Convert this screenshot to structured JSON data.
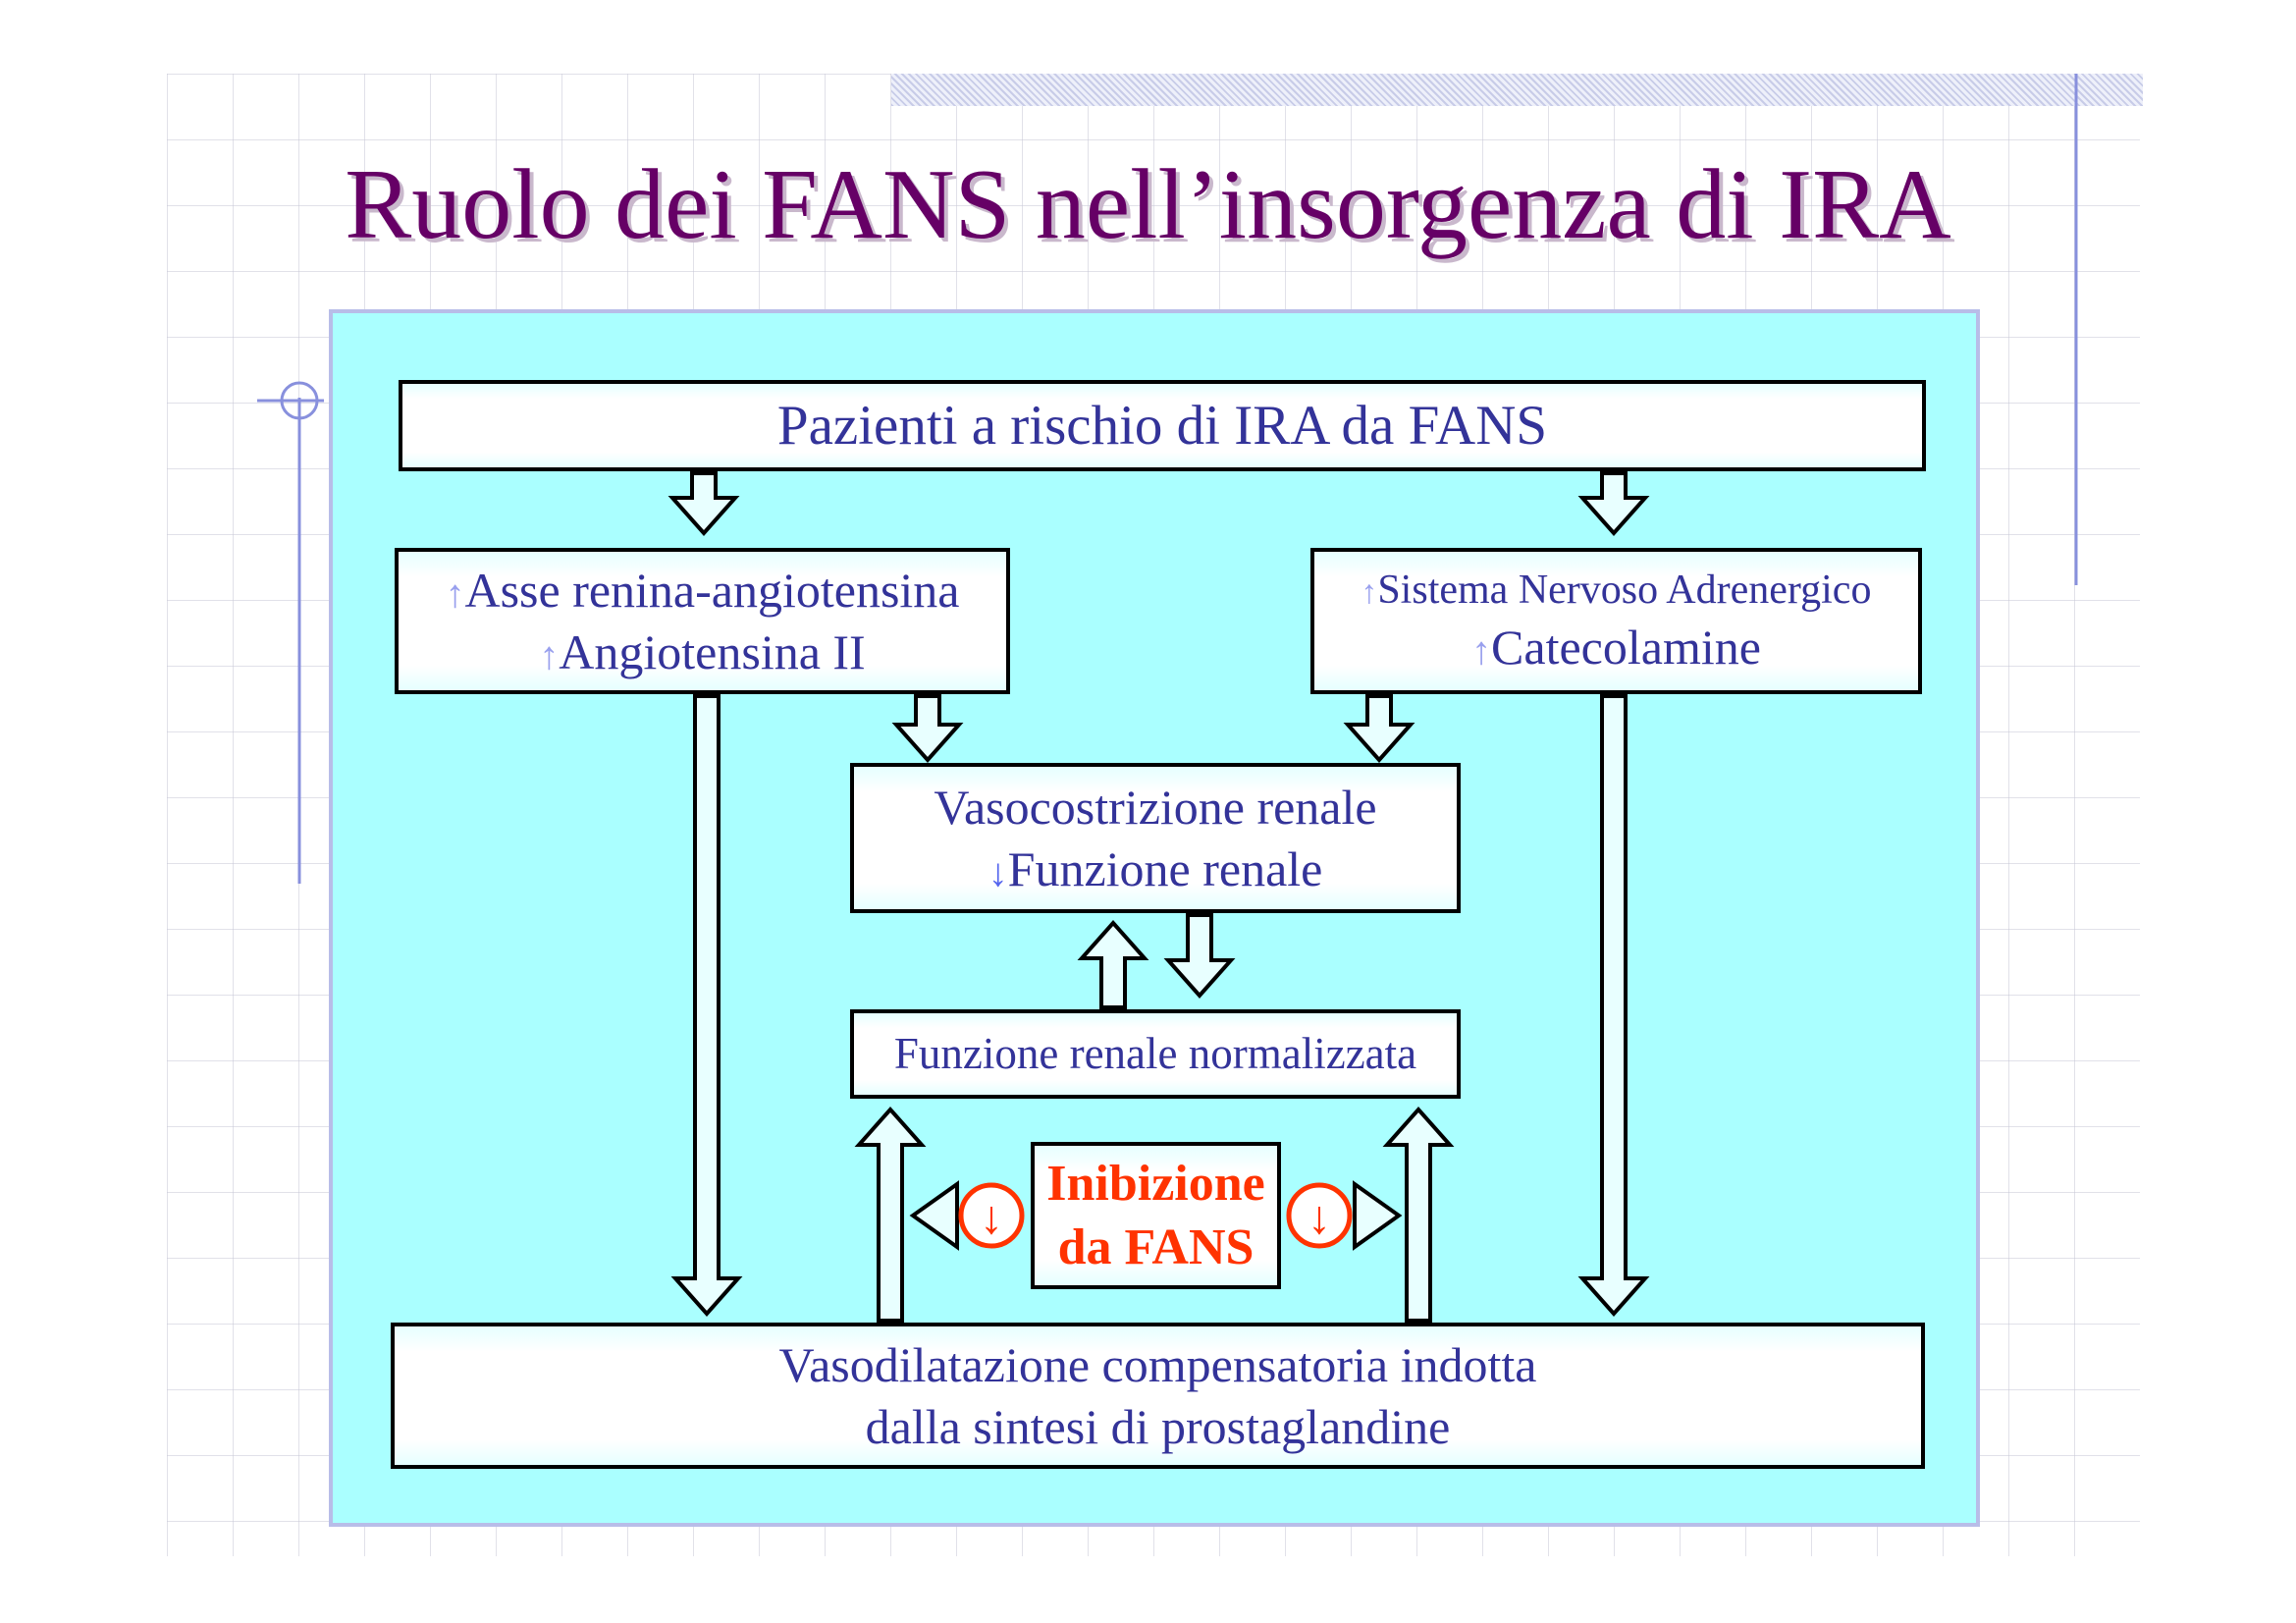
{
  "slide": {
    "title": "Ruolo dei FANS nell’insorgenza di IRA",
    "boxes": {
      "patients": "Pazienti  a rischio di IRA da FANS",
      "renin_line1": "Asse renina-angiotensina",
      "renin_line2": "Angiotensina II",
      "adrenergic_line1": "Sistema Nervoso Adrenergico",
      "adrenergic_line2": "Catecolamine",
      "vaso_line1": "Vasocostrizione renale",
      "vaso_line2": "Funzione renale",
      "normal": "Funzione renale normalizzata",
      "inhibition_line1": "Inibizione",
      "inhibition_line2": "da FANS",
      "dilation_line1": "Vasodilatazione compensatoria indotta",
      "dilation_line2": "dalla sintesi di prostaglandine"
    },
    "symbols": {
      "increase": "↑",
      "decrease": "↓"
    },
    "colors": {
      "title": "#660066",
      "text": "#333399",
      "panel": "#aaffff",
      "inhibition": "#ff3300"
    }
  }
}
